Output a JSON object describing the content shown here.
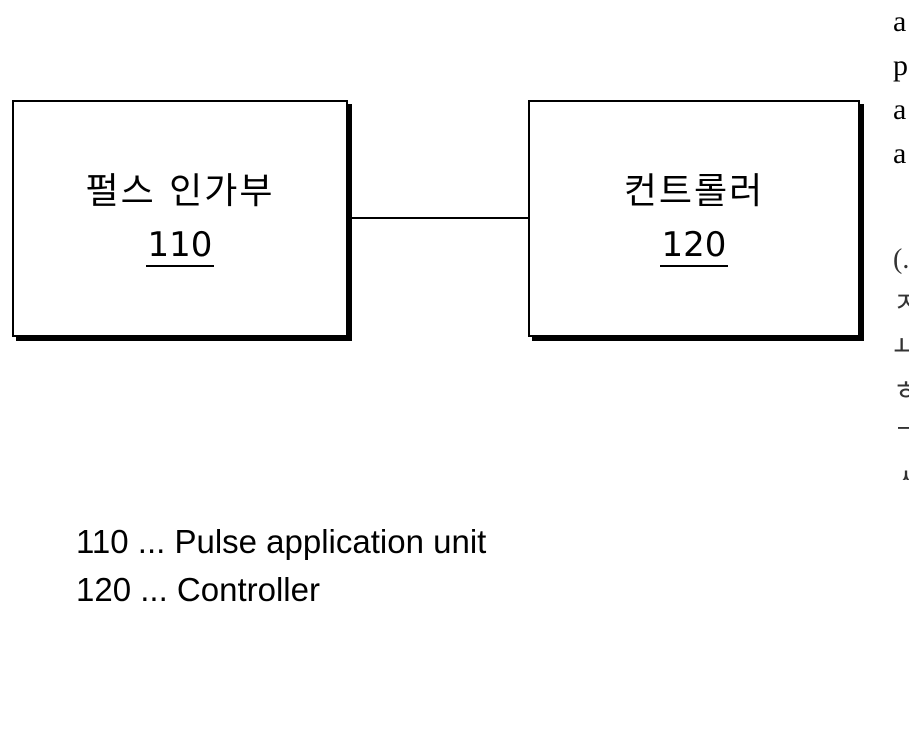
{
  "diagram": {
    "blocks": [
      {
        "label": "펄스 인가부",
        "ref": "110"
      },
      {
        "label": "컨트롤러",
        "ref": "120"
      }
    ],
    "legend": [
      "110 ... Pulse application unit",
      "120 ... Controller"
    ]
  },
  "clipped_text": {
    "top_lines": [
      "a",
      "p",
      "a",
      "a"
    ],
    "lower_lines": [
      "(.",
      "ㅈ",
      "ㅛ",
      "ㅎ",
      "ㄱ",
      "ㅅ"
    ]
  }
}
